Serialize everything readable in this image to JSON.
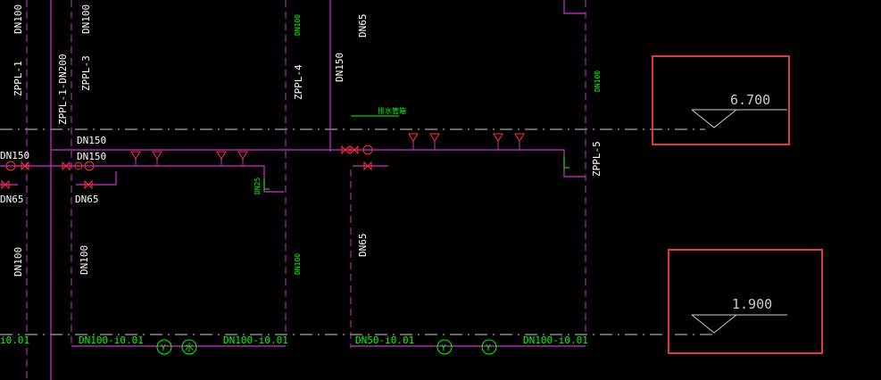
{
  "colors": {
    "background": "#000000",
    "pipe": "#cc33cc",
    "riser_dashed": "#cc33cc",
    "axis_line": "#cccccc",
    "label_white": "#ffffff",
    "label_green": "#00ff00",
    "valve_red": "#ff3333",
    "highlight_box": "#e03a3a",
    "elevation_text": "#cccccc",
    "circle_tag": "#00ff00"
  },
  "risers": [
    {
      "id": "zppl-1",
      "name": "ZPPL-1",
      "top_label": "DN100",
      "bottom_label": "DN100"
    },
    {
      "id": "zppl-1-dn200",
      "name": "ZPPL-1-DN200"
    },
    {
      "id": "zppl-3",
      "name": "ZPPL-3",
      "top_label": "DN100",
      "bottom_label": "DN100"
    },
    {
      "id": "zppl-4",
      "name": "ZPPL-4",
      "top_label": "DN100",
      "bottom_label": "DN100"
    },
    {
      "id": "dn150-riser",
      "name": "DN150",
      "top_label": "DN65",
      "bottom_label": "DN65"
    },
    {
      "id": "zppl-5",
      "name": "ZPPL-5",
      "top_label": "DN100"
    }
  ],
  "pipe_labels": {
    "left_dn150": "DN150",
    "mid_dn150_top": "DN150",
    "mid_dn150_bottom": "DN150",
    "left_dn65": "DN65",
    "mid_dn65": "DN65",
    "small_dn25": "DN25",
    "tag_green_mid": "排水管箱"
  },
  "bottom_labels": [
    {
      "id": "b1",
      "text": "DN100-i0.01"
    },
    {
      "id": "b2",
      "text": "DN100-i0.01"
    },
    {
      "id": "b3",
      "text": "DN50-i0.01"
    },
    {
      "id": "b4",
      "text": "DN100-i0.01"
    },
    {
      "id": "b0",
      "text": "i0.01"
    }
  ],
  "circle_tags": [
    {
      "id": "t1",
      "text": "Y"
    },
    {
      "id": "t2",
      "text": "水"
    },
    {
      "id": "t3",
      "text": "Y"
    },
    {
      "id": "t4",
      "text": "Y"
    }
  ],
  "elevations": [
    {
      "id": "elev-upper",
      "value": "6.700"
    },
    {
      "id": "elev-lower",
      "value": "1.900"
    }
  ]
}
